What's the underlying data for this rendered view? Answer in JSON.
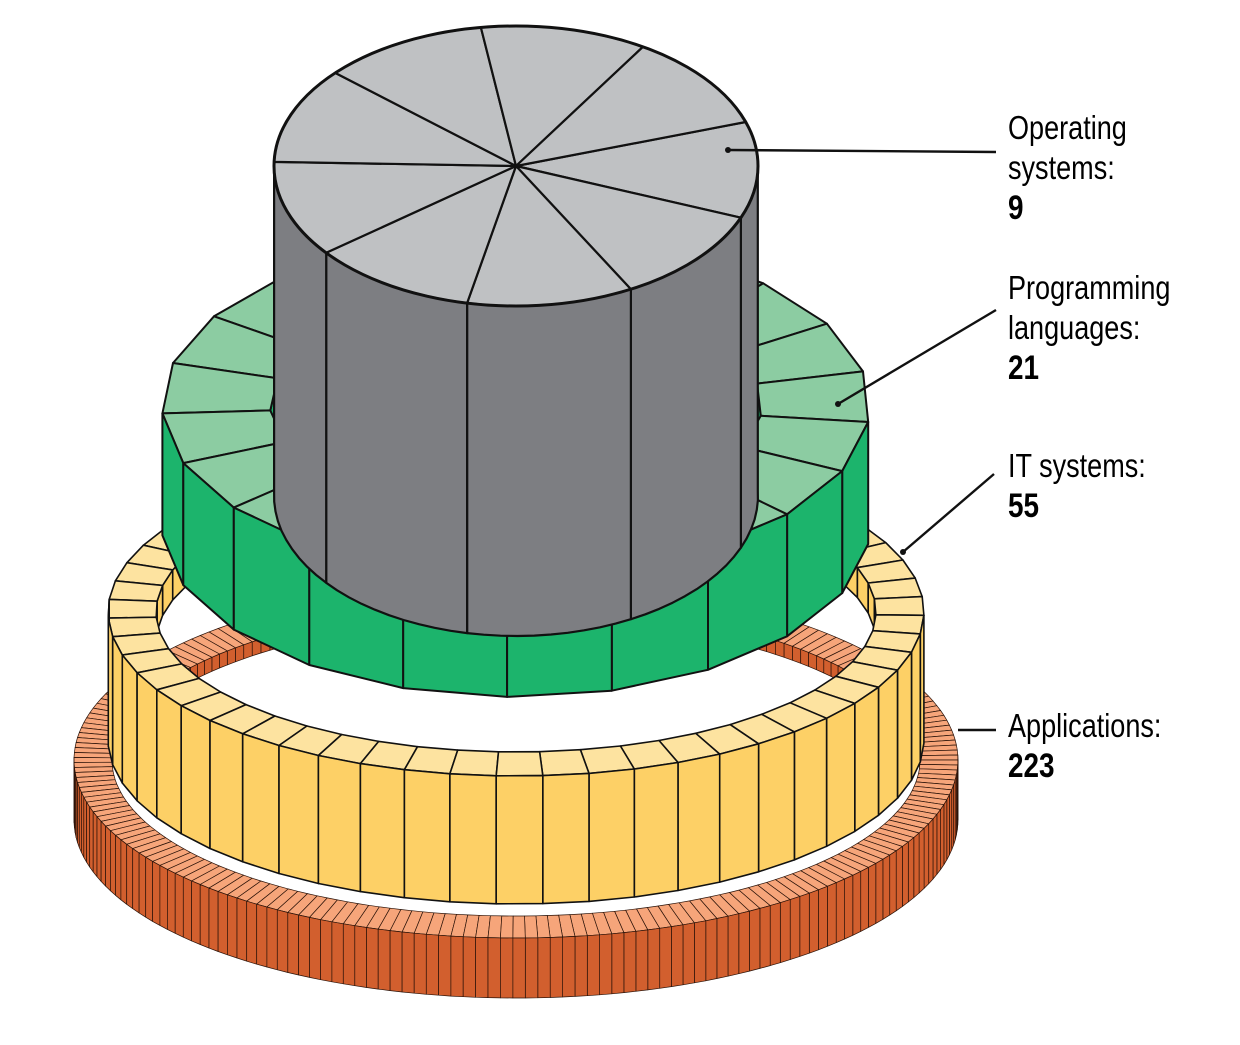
{
  "colors": {
    "os_top": "#bfc1c3",
    "os_side": "#7d7e82",
    "pl_top": "#8ccca2",
    "pl_side": "#1cb46c",
    "it_top": "#fde3a0",
    "it_side": "#fdd066",
    "app_top": "#f6a57a",
    "app_side": "#d25f2e",
    "outline": "#111111"
  },
  "layers": [
    {
      "id": "os",
      "label_lines": [
        "Operating",
        "systems:"
      ],
      "count": "9"
    },
    {
      "id": "pl",
      "label_lines": [
        "Programming",
        "languages:"
      ],
      "count": "21"
    },
    {
      "id": "it",
      "label_lines": [
        "IT systems:"
      ],
      "count": "55"
    },
    {
      "id": "app",
      "label_lines": [
        "Applications:"
      ],
      "count": "223"
    }
  ]
}
